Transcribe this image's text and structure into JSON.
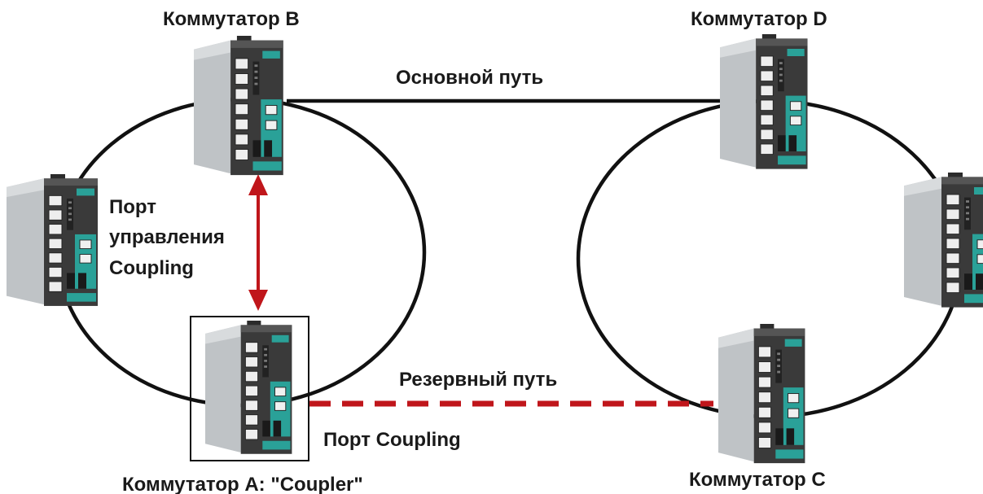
{
  "labels": {
    "switch_b": "Коммутатор B",
    "switch_d": "Коммутатор D",
    "switch_a": "Коммутатор A: \"Coupler\"",
    "switch_c": "Коммутатор C",
    "main_path": "Основной путь",
    "backup_path": "Резервный путь",
    "coupling_control_port": [
      "Порт",
      "управления",
      "Coupling"
    ],
    "coupling_port": "Порт Coupling"
  },
  "colors": {
    "ring_line": "#111111",
    "control_arrow": "#c0161b",
    "backup_path": "#c0161b",
    "device_accent": "#2aa198"
  }
}
